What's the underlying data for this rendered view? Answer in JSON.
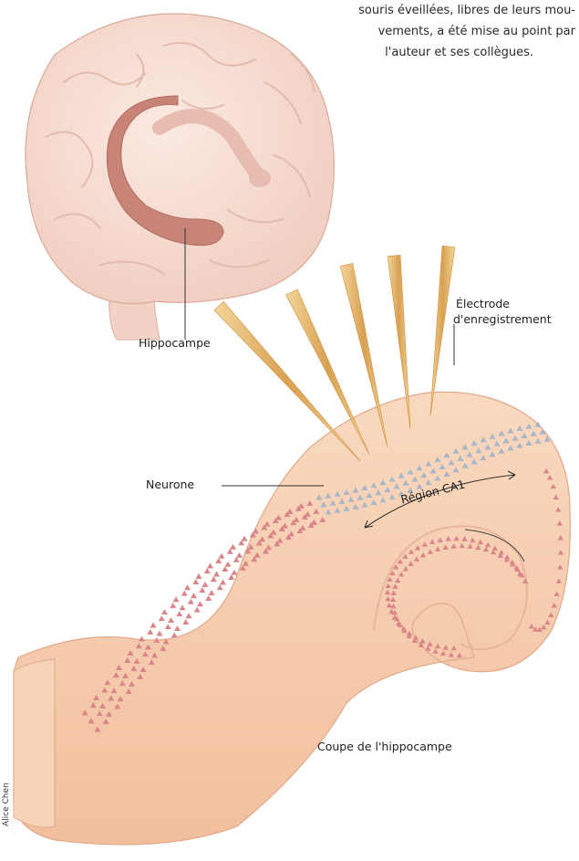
{
  "caption": {
    "lines": [
      "souris éveillées, libres de leurs mou-",
      "vements, a été mise au point par",
      "l'auteur et ses collègues."
    ]
  },
  "labels": {
    "hippocampe": "Hippocampe",
    "electrode_line1": "Électrode",
    "electrode_line2": "d'enregistrement",
    "neurone": "Neurone",
    "region": "Région CA1",
    "coupe": "Coupe de l'hippocampe"
  },
  "credit": "Alice Chen",
  "colors": {
    "brain": "#f6d9cc",
    "hippocampus": "#c98478",
    "tissue": "#f6c9a8",
    "neuron_pink": "#d9858a",
    "neuron_blue": "#a9b8c8",
    "electrode": "#e2b46c"
  }
}
